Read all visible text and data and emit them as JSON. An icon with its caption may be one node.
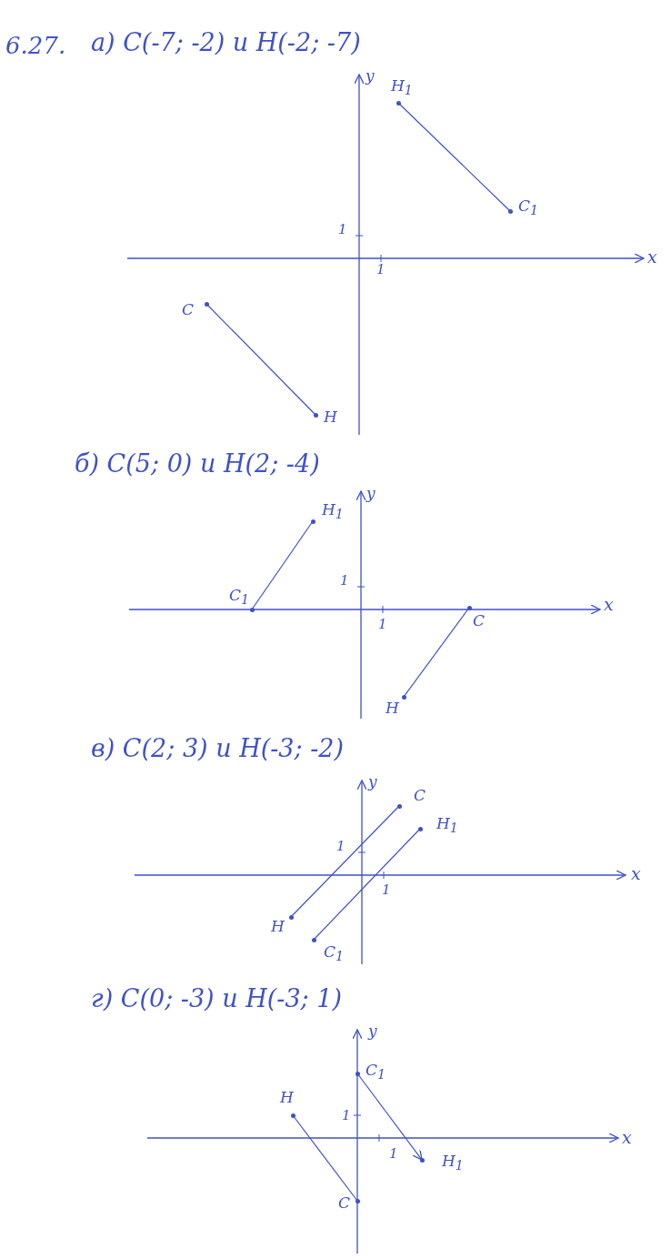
{
  "diagram": {
    "nodes": [
      {
        "text": [
          "H$_{1}$"
        ]
      },
      {
        "text": [
          "C$_{1}$"
        ]
      },
      {
        "text": [
          "C"
        ]
      },
      {
        "text": [
          "H"
        ]
      },
      {
        "text": [
          "H$_{1}$"
        ]
      },
      {
        "text": [
          "C$_{1}$"
        ]
      },
      {
        "text": [
          "C"
        ]
      },
      {
        "text": [
          "H"
        ]
      },
      {
        "text": [
          "C"
        ]
      },
      {
        "text": [
          "H$_{1}$"
        ]
      },
      {
        "text": [
          "H"
        ]
      },
      {
        "text": [
          "C$_{1}$"
        ]
      },
      {
        "text": [
          "C$_{1}$"
        ]
      },
      {
        "text": [
          "H"
        ]
      },
      {
        "text": [
          "H$_{1}$"
        ]
      },
      {
        "text": [
          "C"
        ]
      }
    ],
    "edges": [
      {
        "from": 2,
        "to": 3,
        "arrow": "none"
      },
      {
        "from": 0,
        "to": 1,
        "arrow": "none"
      },
      {
        "from": 5,
        "to": 4,
        "arrow": "none"
      },
      {
        "from": 6,
        "to": 7,
        "arrow": "none"
      },
      {
        "from": 8,
        "to": 10,
        "arrow": "none"
      },
      {
        "from": 9,
        "to": 11,
        "arrow": "none"
      },
      {
        "from": 15,
        "to": 13,
        "arrow": "none"
      },
      {
        "from": 12,
        "to": 14,
        "arrow": "to"
      }
    ],
    "labels": [
      "6.27.",
      "а) C(-7; -2) и H(-2; -7)",
      "y",
      "1",
      "1",
      "x",
      "б) C(5; 0) и H(2; -4)",
      "y",
      "1",
      "x",
      "1",
      "в) C(2; 3) и H(-3; -2)",
      "y",
      "1",
      "x",
      "1",
      "г) C(0; -3) и H(-3; 1)",
      "y",
      "1",
      "x",
      "1"
    ]
  }
}
